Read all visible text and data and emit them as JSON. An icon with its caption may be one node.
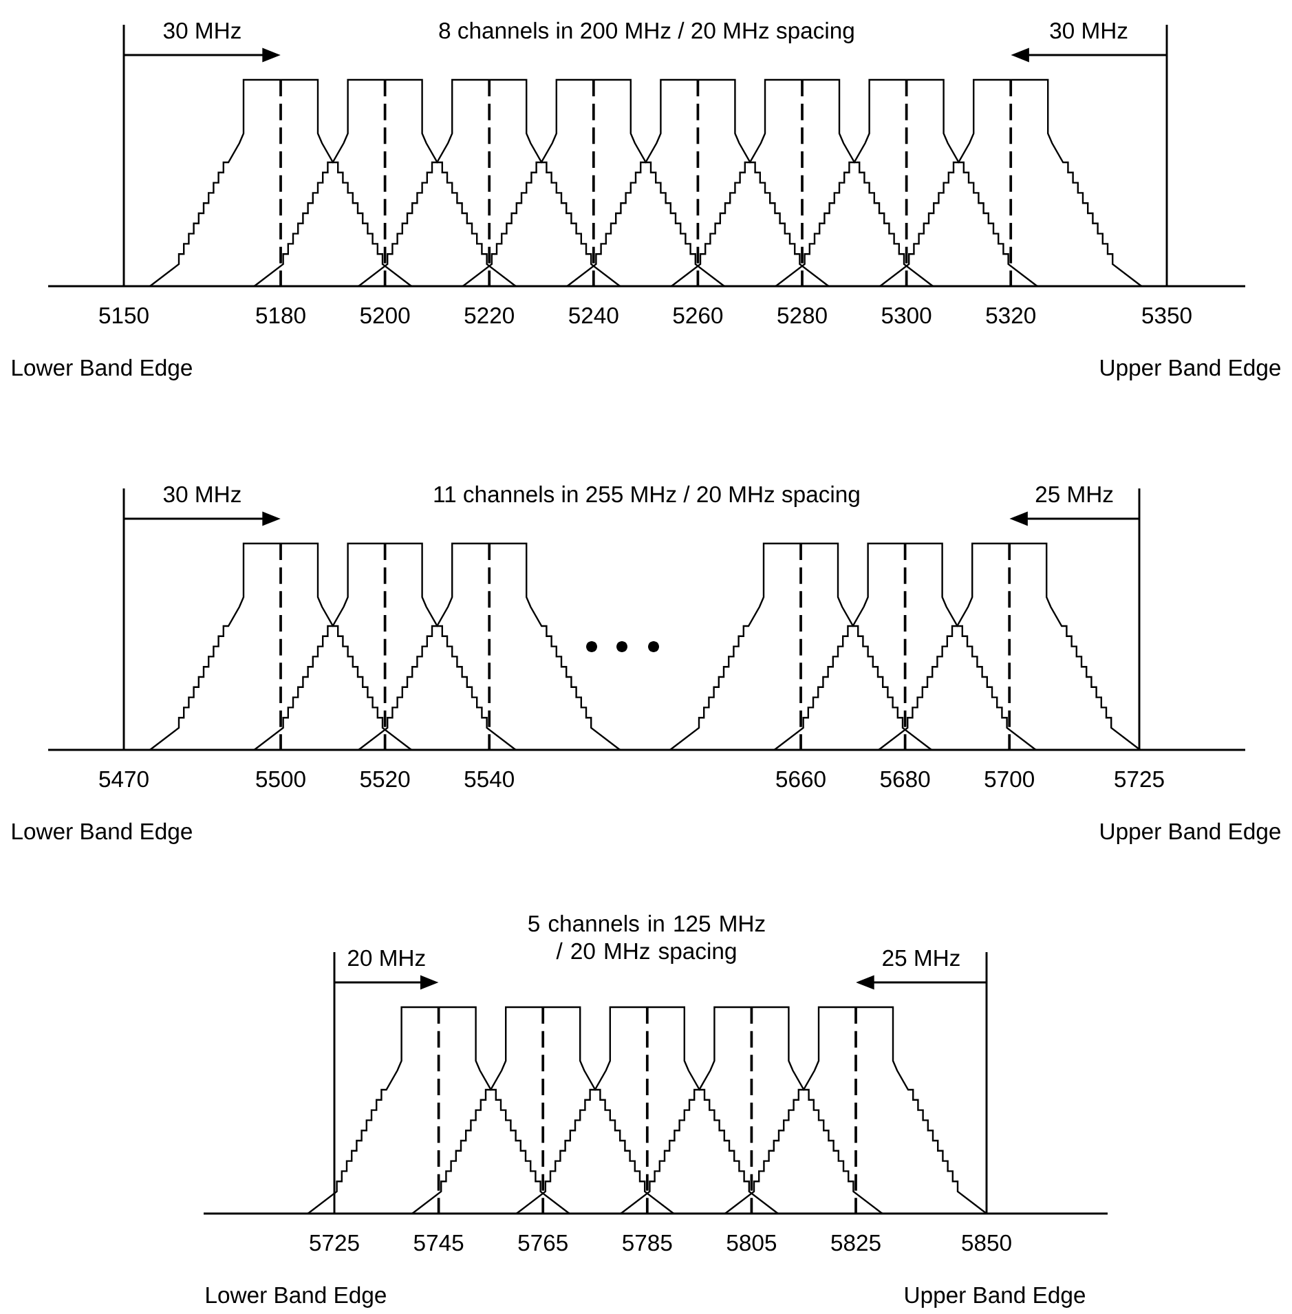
{
  "diagram": {
    "labels": [
      "30 MHz",
      "8 channels in 200 MHz / 20 MHz spacing",
      "30 MHz",
      "5150",
      "5180",
      "5200",
      "5220",
      "5240",
      "5260",
      "5280",
      "5300",
      "5320",
      "5350",
      "Lower Band Edge",
      "Upper Band Edge",
      "30 MHz",
      "11 channels in 255 MHz / 20 MHz spacing",
      "25 MHz",
      "5470",
      "5500",
      "5520",
      "5540",
      "5660",
      "5680",
      "5700",
      "5725",
      "Lower Band Edge",
      "Upper Band Edge",
      "5 channels in 125 MHz / 20 MHz spacing",
      "20 MHz",
      "25 MHz",
      "5725",
      "5745",
      "5765",
      "5785",
      "5805",
      "5825",
      "5850",
      "Lower Band Edge",
      "Upper Band Edge"
    ]
  }
}
